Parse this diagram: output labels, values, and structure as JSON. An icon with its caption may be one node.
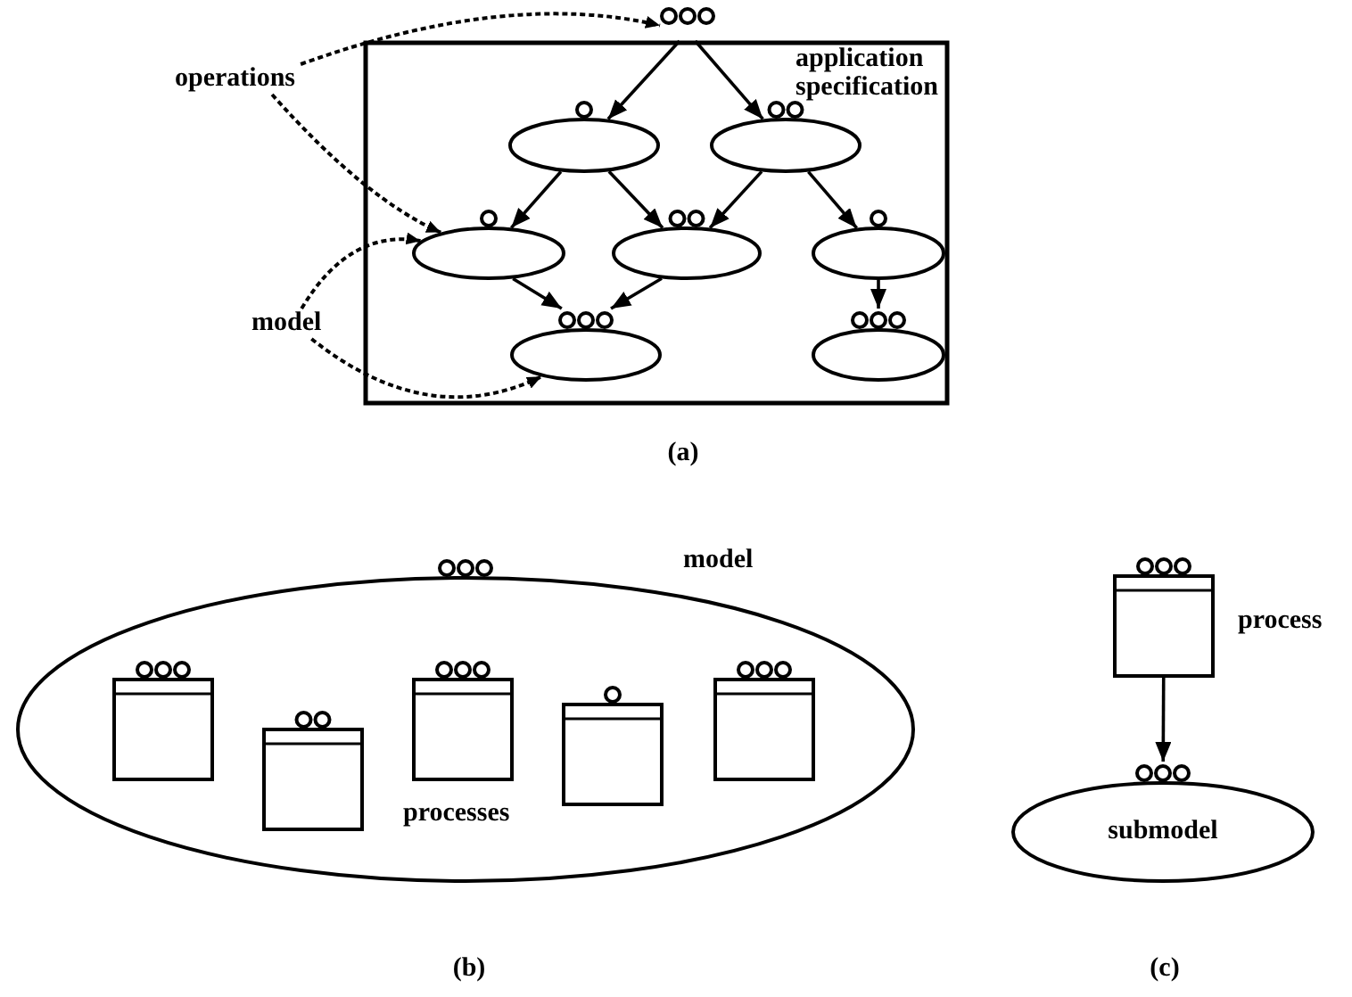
{
  "diagram": {
    "nodes": [
      {
        "text": [
          "application specification"
        ]
      },
      {
        "text": [],
        "shape": "circle"
      },
      {
        "text": [],
        "shape": "ellipse",
        "in": 0
      },
      {
        "text": [],
        "shape": "ellipse",
        "in": 0
      },
      {
        "text": [],
        "shape": "ellipse",
        "in": 0
      },
      {
        "text": [],
        "shape": "ellipse",
        "in": 0
      },
      {
        "text": [],
        "shape": "ellipse",
        "in": 0
      },
      {
        "text": [],
        "shape": "ellipse",
        "in": 0
      },
      {
        "text": [],
        "shape": "ellipse",
        "in": 0
      },
      {
        "text": [
          "operations"
        ]
      },
      {
        "text": [
          "model"
        ]
      },
      {
        "text": [
          "model",
          "processes"
        ]
      },
      {
        "text": [],
        "shape": "box",
        "in": 11
      },
      {
        "text": [],
        "shape": "box",
        "in": 11
      },
      {
        "text": [],
        "shape": "box",
        "in": 11
      },
      {
        "text": [],
        "shape": "box",
        "in": 11
      },
      {
        "text": [],
        "shape": "box",
        "in": 11
      },
      {
        "text": [
          "process"
        ]
      },
      {
        "text": [
          "submodel"
        ]
      }
    ],
    "edges": [
      {
        "from": 1,
        "to": 2,
        "arrow": "to"
      },
      {
        "from": 1,
        "to": 3,
        "arrow": "to"
      },
      {
        "from": 2,
        "to": 4,
        "arrow": "to"
      },
      {
        "from": 2,
        "to": 5,
        "arrow": "to"
      },
      {
        "from": 3,
        "to": 5,
        "arrow": "to"
      },
      {
        "from": 3,
        "to": 6,
        "arrow": "to"
      },
      {
        "from": 4,
        "to": 7,
        "arrow": "to"
      },
      {
        "from": 5,
        "to": 7,
        "arrow": "to"
      },
      {
        "from": 6,
        "to": 8,
        "arrow": "to"
      },
      {
        "from": 9,
        "to": 1,
        "arrow": "to",
        "style": "dashed"
      },
      {
        "from": 9,
        "to": 4,
        "arrow": "to",
        "style": "dashed"
      },
      {
        "from": 10,
        "to": 4,
        "arrow": "to",
        "style": "dashed"
      },
      {
        "from": 10,
        "to": 7,
        "arrow": "to",
        "style": "dashed"
      },
      {
        "from": 17,
        "to": 18,
        "arrow": "to"
      }
    ],
    "labels": [
      "(a)",
      "(b)",
      "(c)"
    ]
  }
}
